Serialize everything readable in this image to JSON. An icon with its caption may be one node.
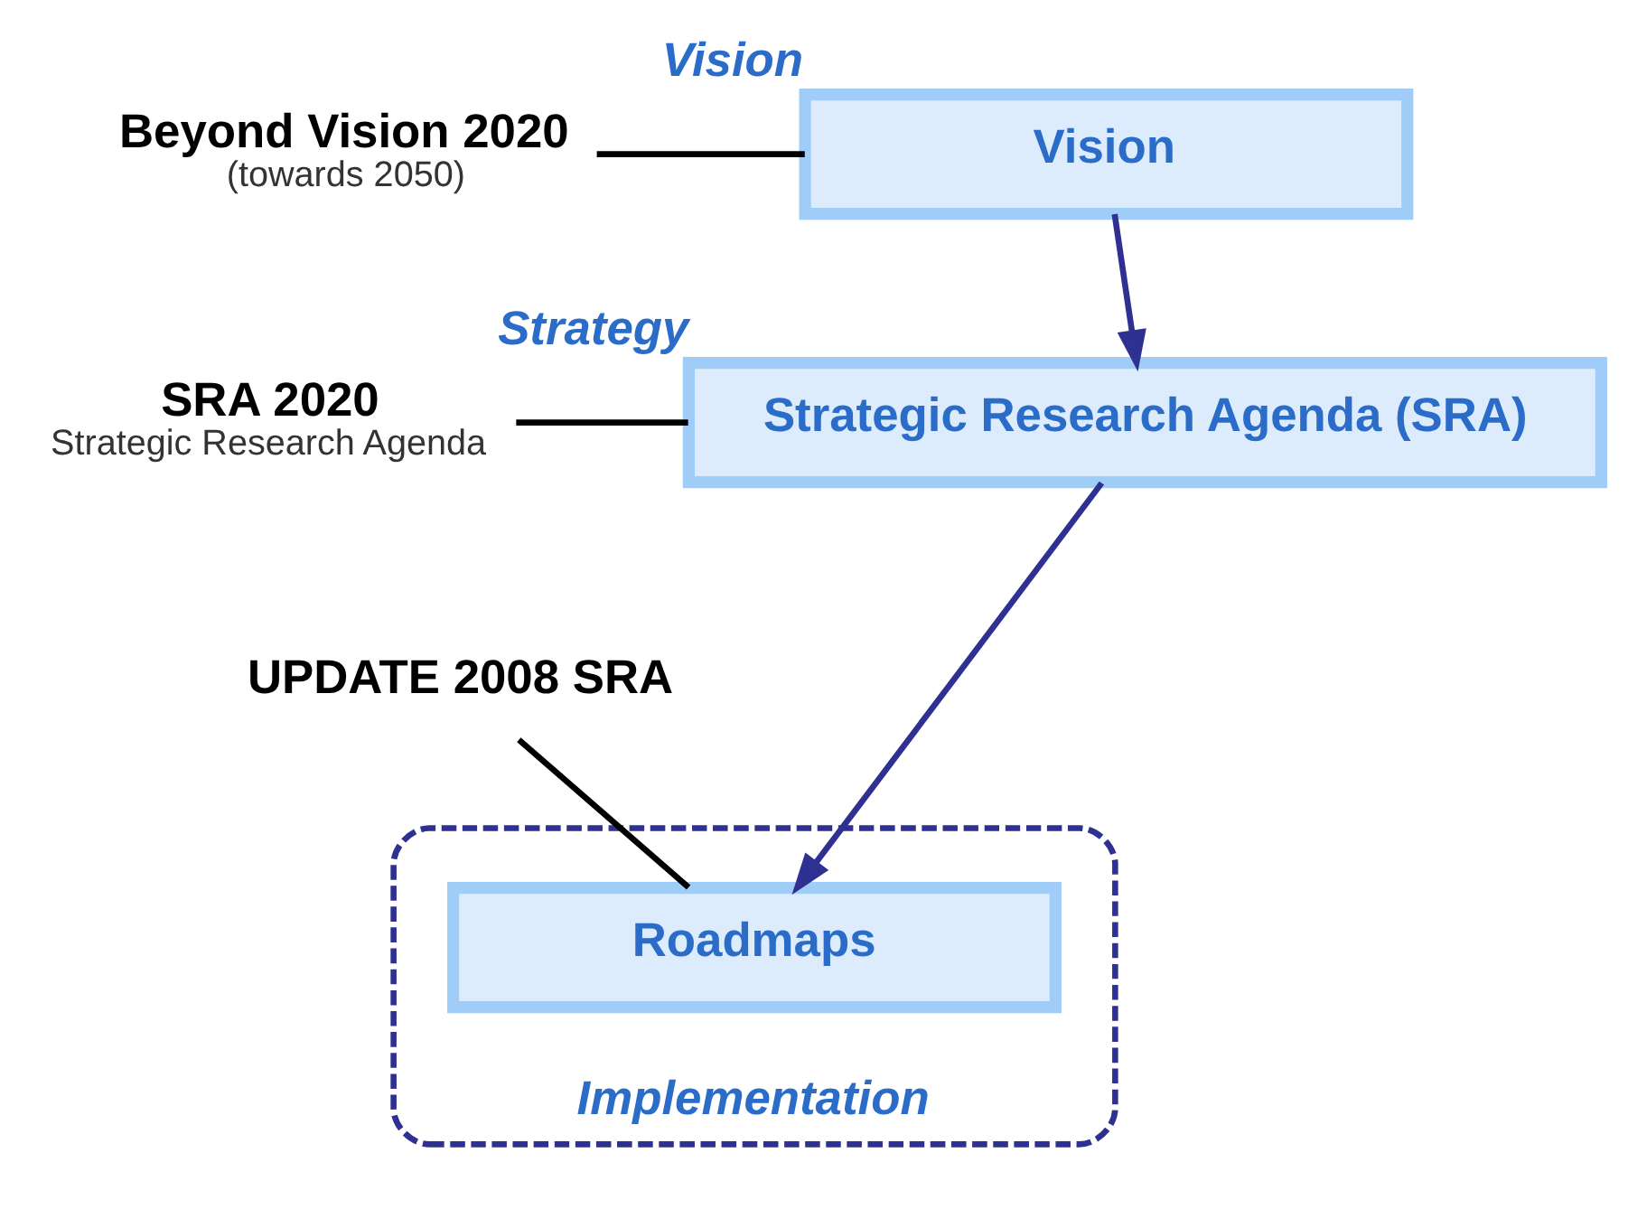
{
  "diagram": {
    "nodes": [
      {
        "text": [
          "Vision"
        ],
        "beside": [
          "Vision"
        ]
      },
      {
        "text": [
          "Beyond Vision 2020",
          "(towards 2050)"
        ]
      },
      {
        "text": [
          "Strategic Research Agenda (SRA)"
        ],
        "beside": [
          "Strategy"
        ]
      },
      {
        "text": [
          "SRA 2020",
          "Strategic Research Agenda"
        ]
      },
      {
        "text": [
          "Implementation"
        ]
      },
      {
        "text": [
          "Roadmaps"
        ],
        "in": 4
      },
      {
        "text": [
          "UPDATE 2008 SRA"
        ]
      }
    ],
    "edges": [
      {
        "from": 0,
        "to": 2,
        "arrow": "to",
        "color": "#2e3192"
      },
      {
        "from": 2,
        "to": 5,
        "arrow": "to",
        "color": "#2e3192"
      },
      {
        "from": 1,
        "to": 0,
        "arrow": "none"
      },
      {
        "from": 3,
        "to": 2,
        "arrow": "none"
      },
      {
        "from": 6,
        "to": 5,
        "arrow": "none"
      }
    ]
  }
}
